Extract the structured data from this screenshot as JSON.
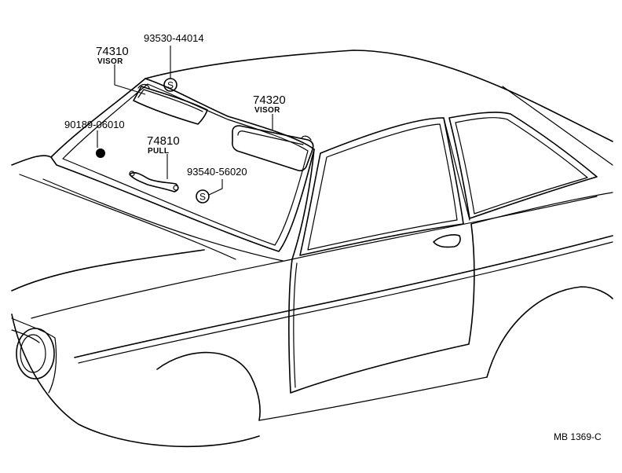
{
  "diagram": {
    "parts": {
      "visor_left": {
        "number": "74310",
        "name": "VISOR"
      },
      "screw_top": {
        "number": "93530-44014"
      },
      "visor_right": {
        "number": "74320",
        "name": "VISOR"
      },
      "clip": {
        "number": "90189-06010"
      },
      "pull": {
        "number": "74810",
        "name": "PULL"
      },
      "screw_bottom": {
        "number": "93540-56020"
      }
    },
    "screw_symbol": "S",
    "reference_code": "MB 1369-C"
  }
}
